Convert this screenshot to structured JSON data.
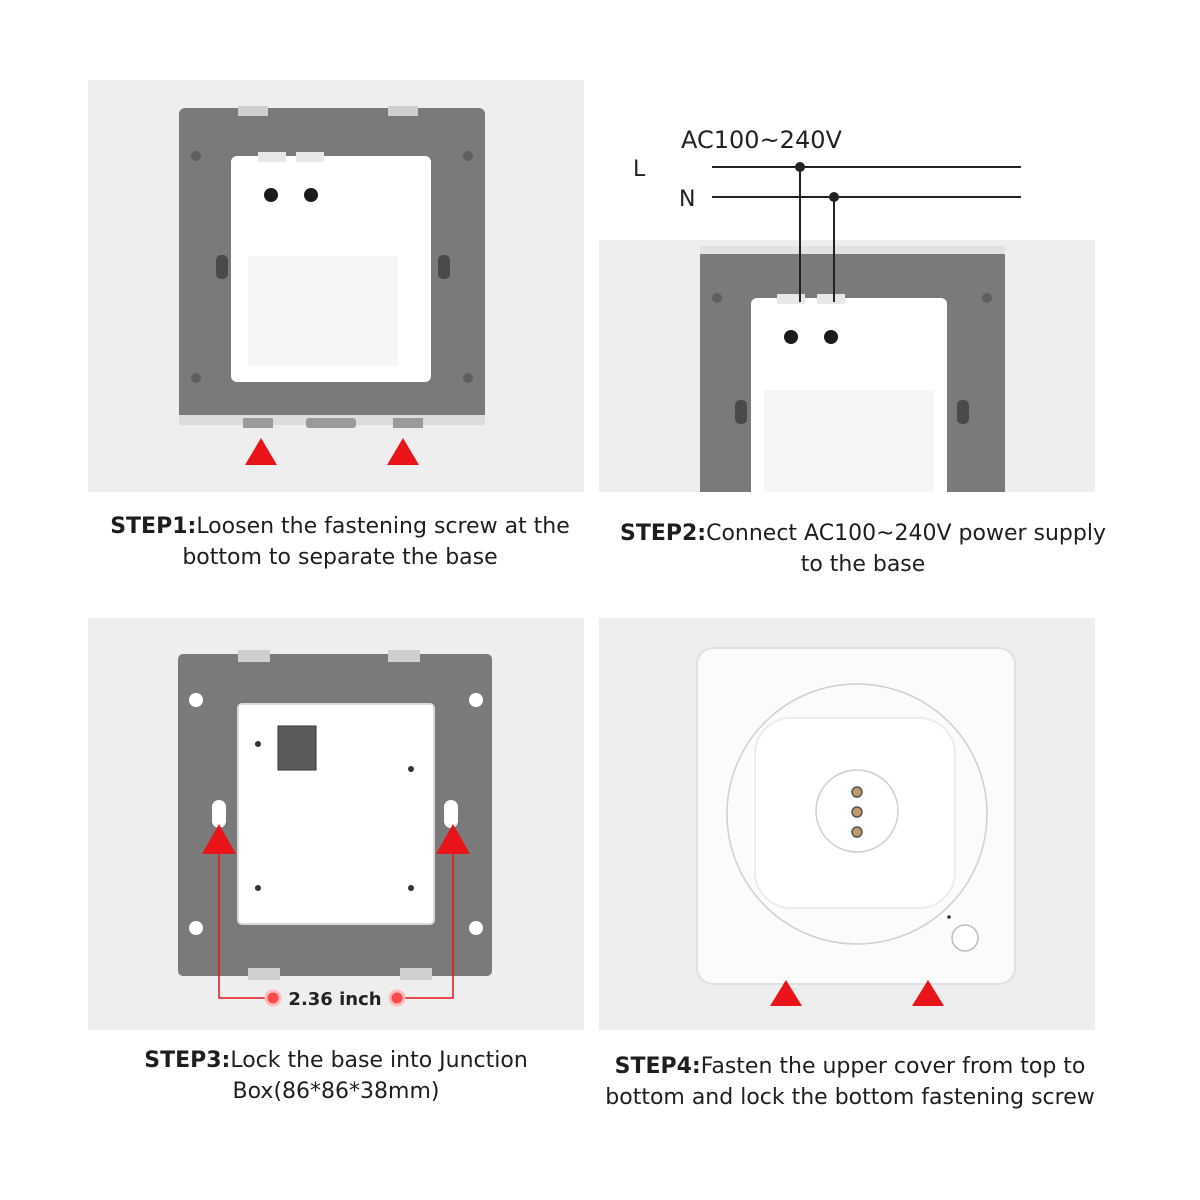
{
  "step1": {
    "lead": "STEP1:",
    "text": "Loosen the fastening screw at the bottom to separate the base"
  },
  "step2": {
    "lead": "STEP2:",
    "text": "Connect AC100~240V power supply to the base",
    "voltage": "AC100~240V",
    "line_label": "L",
    "neutral_label": "N"
  },
  "step3": {
    "lead": "STEP3:",
    "text": "Lock the base into Junction Box(86*86*38mm)",
    "dimension": "2.36 inch"
  },
  "step4": {
    "lead": "STEP4:",
    "text": "Fasten the upper cover from top to bottom and lock the bottom fastening screw"
  },
  "colors": {
    "panel_bg": "#eeeeee",
    "frame": "#7d7d7d",
    "module": "#ffffff",
    "arrow": "#e8141a",
    "wire": "#222222"
  }
}
